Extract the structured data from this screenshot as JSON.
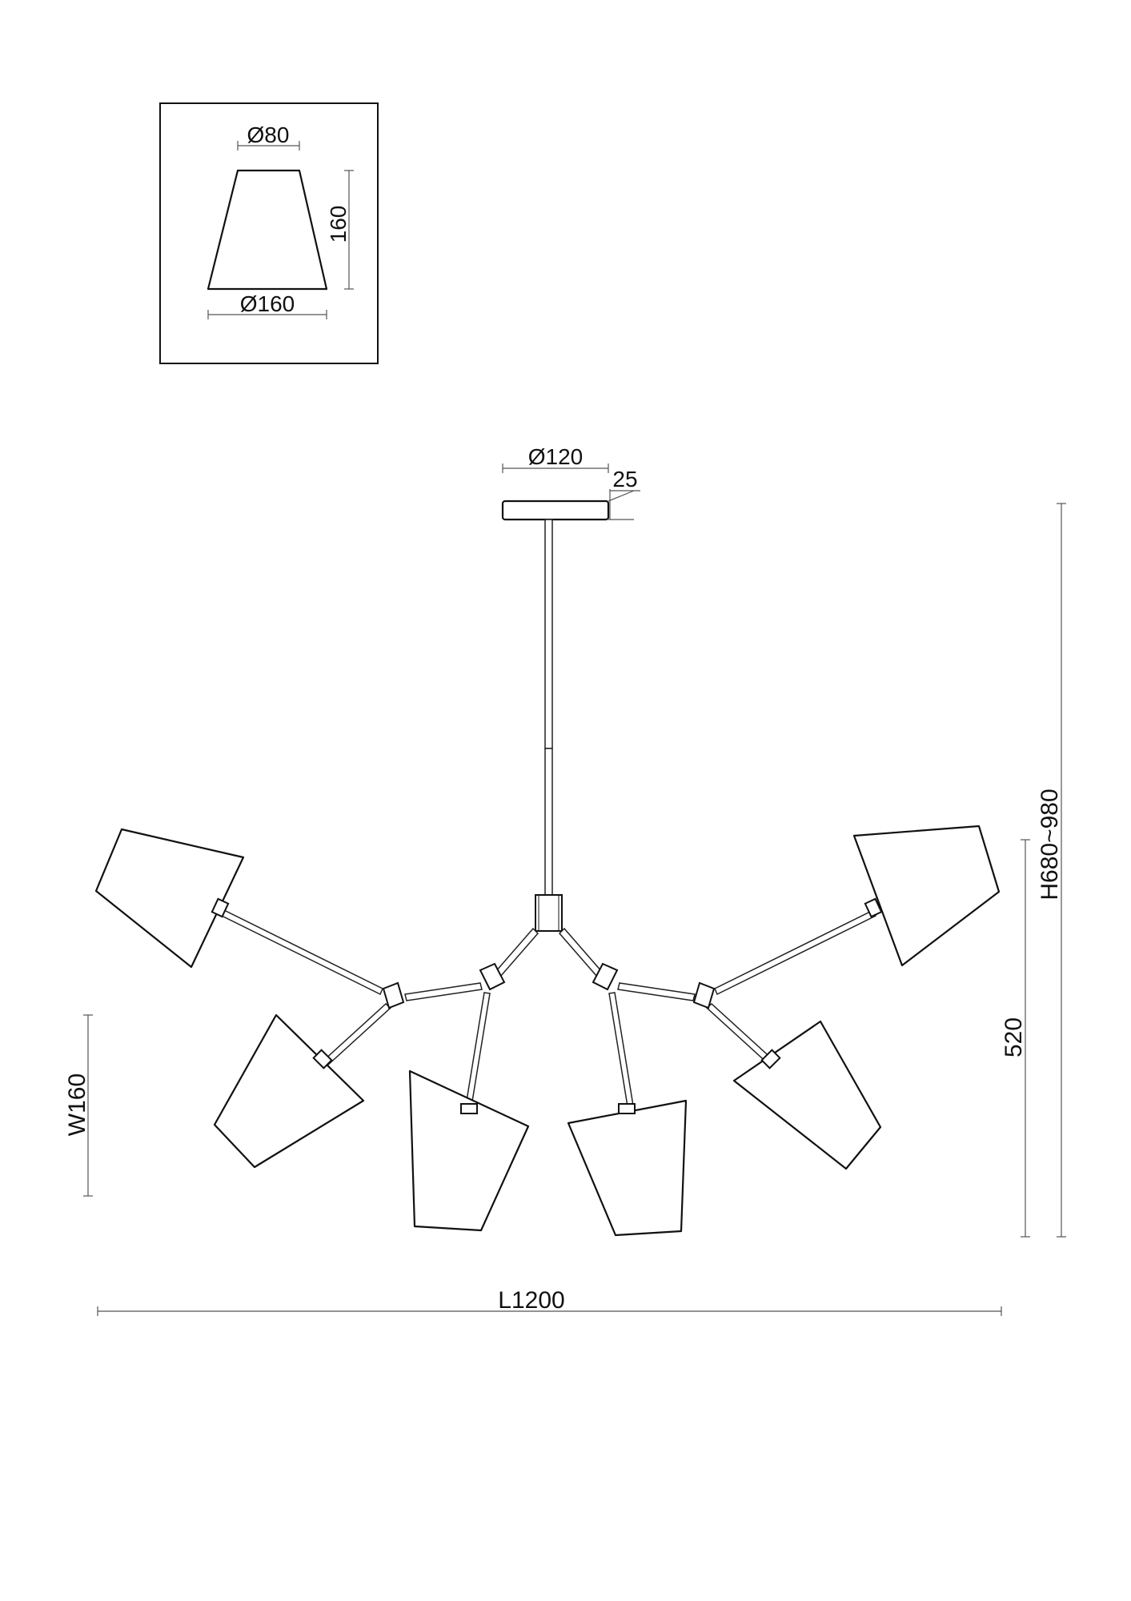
{
  "shade_detail": {
    "top_diameter": "Ø80",
    "bottom_diameter": "Ø160",
    "height": "160"
  },
  "canopy": {
    "diameter": "Ø120",
    "thickness": "25"
  },
  "dimensions": {
    "overall_height": "H680~980",
    "body_height": "520",
    "width": "W160",
    "length": "L1200"
  }
}
